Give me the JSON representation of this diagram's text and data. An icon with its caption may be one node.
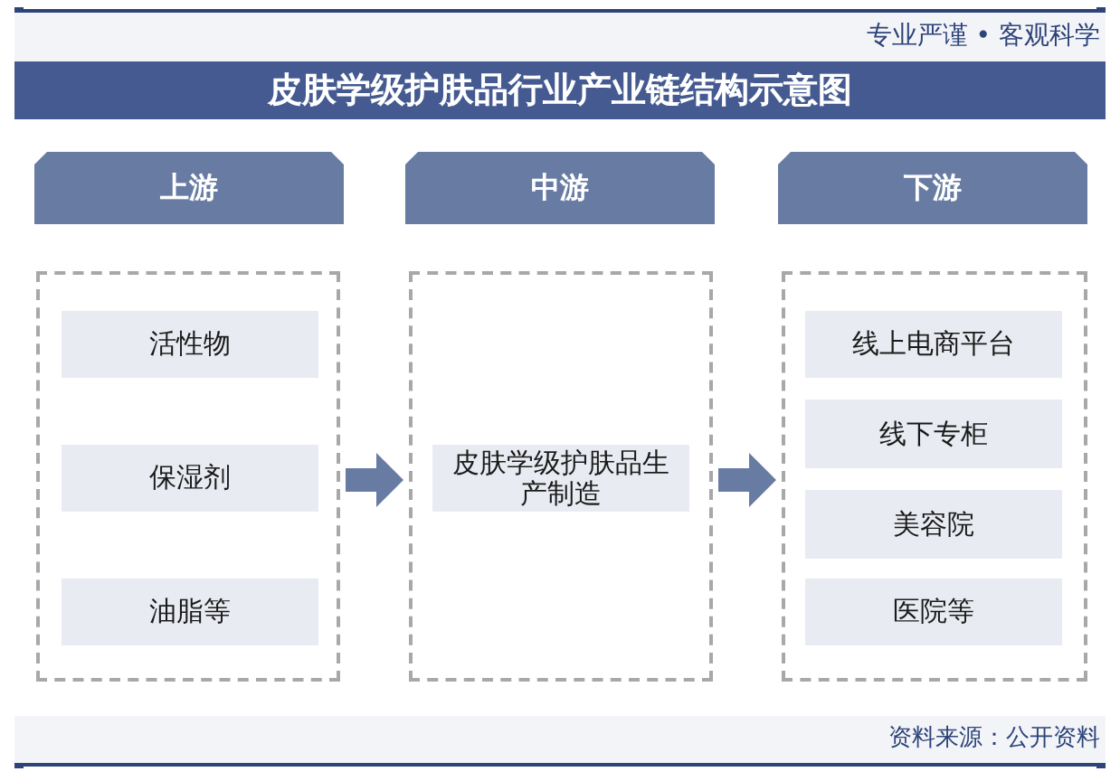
{
  "diagram": {
    "title": "皮肤学级护肤品行业产业链结构示意图",
    "nodes": [
      {
        "text": [
          "上游"
        ]
      },
      {
        "text": [
          "中游"
        ]
      },
      {
        "text": [
          "下游"
        ]
      },
      {
        "text": [],
        "shape": "box"
      },
      {
        "text": [
          "活性物"
        ],
        "in": 3
      },
      {
        "text": [
          "保湿剂"
        ],
        "in": 3
      },
      {
        "text": [
          "油脂等"
        ],
        "in": 3
      },
      {
        "text": [],
        "shape": "box"
      },
      {
        "text": [
          "皮肤学级护肤品生产制造"
        ],
        "in": 7
      },
      {
        "text": [],
        "shape": "box"
      },
      {
        "text": [
          "线上电商平台"
        ],
        "in": 9
      },
      {
        "text": [
          "线下专柜"
        ],
        "in": 9
      },
      {
        "text": [
          "美容院"
        ],
        "in": 9
      },
      {
        "text": [
          "医院等"
        ],
        "in": 9
      }
    ],
    "edges": [
      {
        "from": 3,
        "to": 7,
        "arrow": "to",
        "style": "thick"
      },
      {
        "from": 7,
        "to": 9,
        "arrow": "to",
        "style": "thick"
      }
    ],
    "labels": [
      "专业严谨 • 客观科学",
      "资料来源：公开资料"
    ]
  }
}
